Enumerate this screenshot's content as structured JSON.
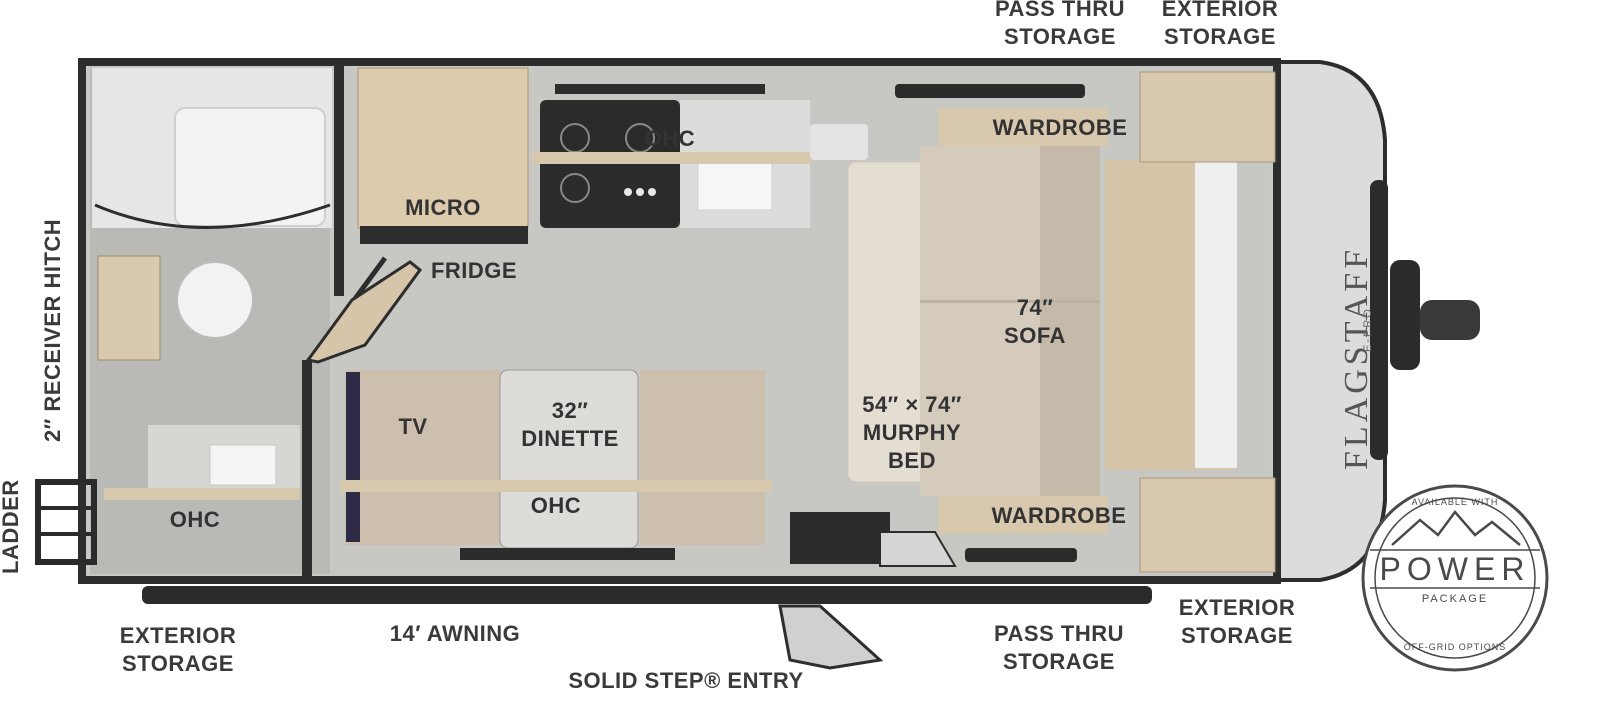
{
  "labels": {
    "pass_thru_storage_top": "PASS THRU\nSTORAGE",
    "exterior_storage_top": "EXTERIOR\nSTORAGE",
    "wardrobe_top": "WARDROBE",
    "ohc_kitchen": "OHC",
    "micro": "MICRO",
    "fridge": "FRIDGE",
    "sofa": "74″\nSOFA",
    "murphy_bed": "54″ × 74″\nMURPHY\nBED",
    "dinette": "32″\nDINETTE",
    "tv": "TV",
    "ohc_dinette": "OHC",
    "ohc_bath": "OHC",
    "wardrobe_bottom": "WARDROBE",
    "receiver_hitch": "2″ RECEIVER HITCH",
    "ladder": "LADDER",
    "exterior_storage_rear": "EXTERIOR\nSTORAGE",
    "awning": "14′ AWNING",
    "solid_step": "SOLID STEP® ENTRY",
    "pass_thru_storage_bottom": "PASS THRU\nSTORAGE",
    "exterior_storage_bottom": "EXTERIOR\nSTORAGE"
  },
  "brand": {
    "name": "FLAGSTAFF",
    "subname": "E-PRO"
  },
  "badge": {
    "top": "AVAILABLE WITH",
    "main": "POWER",
    "sub": "PACKAGE",
    "bottom": "OFF-GRID OPTIONS"
  },
  "colors": {
    "wall": "#2d2d2d",
    "floor": "#c9c9c6",
    "wood": "#d8c8ad",
    "fabric": "#cfc6b8",
    "cap": "#d9d9d9"
  }
}
